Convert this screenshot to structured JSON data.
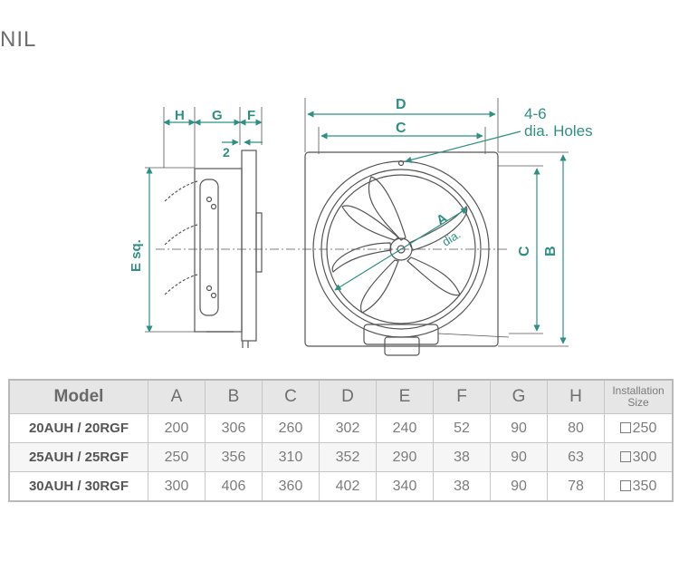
{
  "header": {
    "partial_text": "NIL"
  },
  "diagram": {
    "side_view": {
      "dim_h": "H",
      "dim_g": "G",
      "dim_f": "F",
      "dim_2": "2",
      "dim_e": "E sq."
    },
    "front_view": {
      "dim_d": "D",
      "dim_c_top": "C",
      "dim_c_side": "C",
      "dim_b": "B",
      "dim_a": "A",
      "dim_a_dia": "dia.",
      "holes_line1": "4-6",
      "holes_line2": "dia. Holes"
    },
    "colors": {
      "dimension": "#2f8f83",
      "outline": "#555555"
    }
  },
  "table": {
    "headers": [
      "Model",
      "A",
      "B",
      "C",
      "D",
      "E",
      "F",
      "G",
      "H",
      "Installation Size"
    ],
    "rows": [
      {
        "model": "20AUH / 20RGF",
        "values": [
          "200",
          "306",
          "260",
          "302",
          "240",
          "52",
          "90",
          "80"
        ],
        "size": "250"
      },
      {
        "model": "25AUH / 25RGF",
        "values": [
          "250",
          "356",
          "310",
          "352",
          "290",
          "38",
          "90",
          "63"
        ],
        "size": "300"
      },
      {
        "model": "30AUH / 30RGF",
        "values": [
          "300",
          "406",
          "360",
          "402",
          "340",
          "38",
          "90",
          "78"
        ],
        "size": "350"
      }
    ]
  }
}
